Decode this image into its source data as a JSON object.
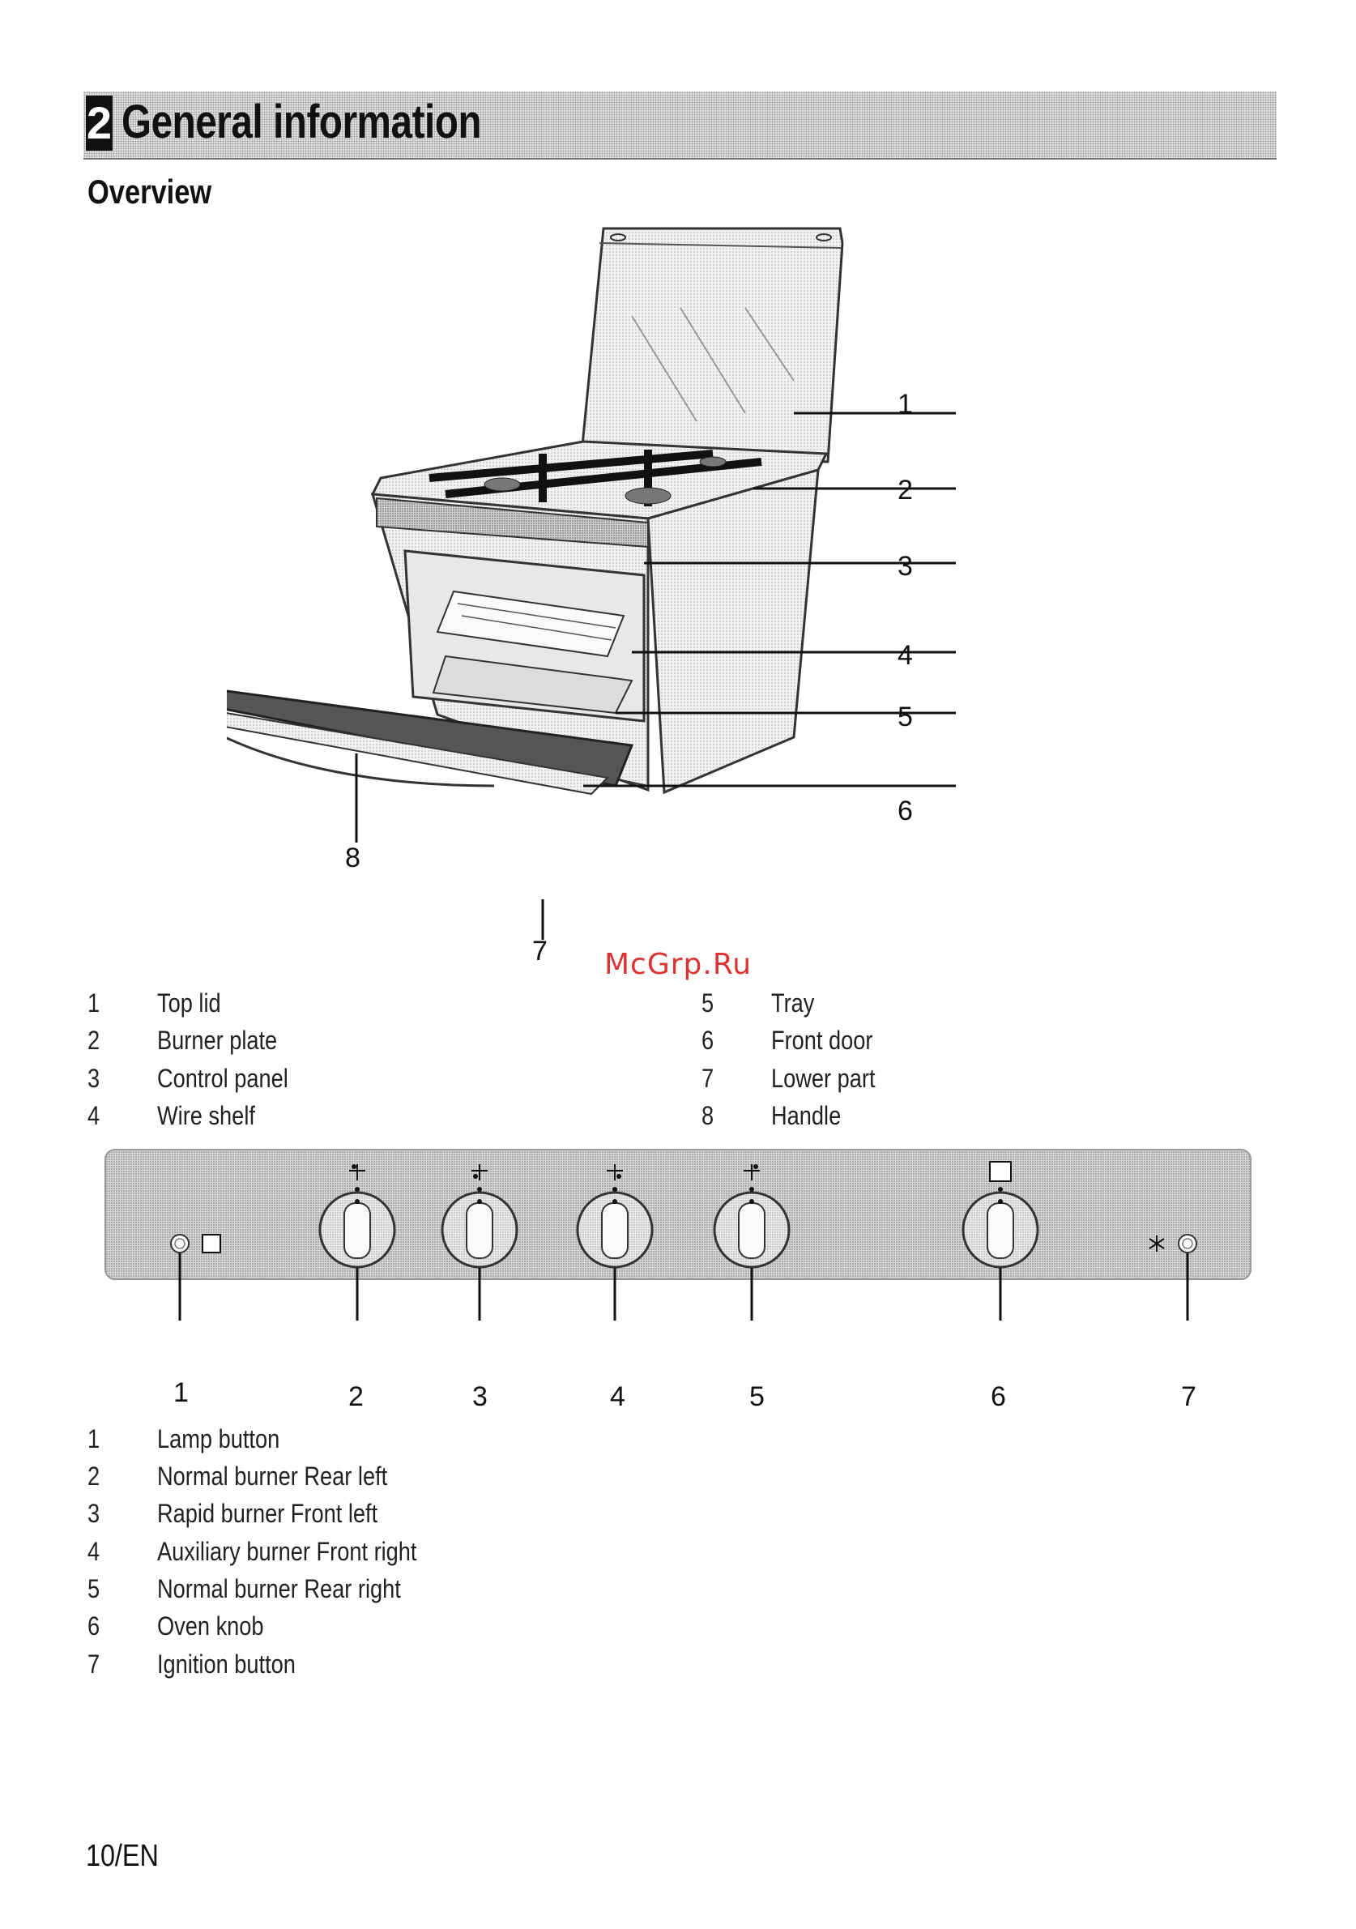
{
  "header": {
    "number": "2",
    "title": "General information"
  },
  "overview": {
    "title": "Overview",
    "callouts": [
      "1",
      "2",
      "3",
      "4",
      "5",
      "6",
      "7",
      "8"
    ],
    "legend_left": [
      {
        "num": "1",
        "label": "Top lid"
      },
      {
        "num": "2",
        "label": "Burner plate"
      },
      {
        "num": "3",
        "label": "Control panel"
      },
      {
        "num": "4",
        "label": "Wire shelf"
      }
    ],
    "legend_right": [
      {
        "num": "5",
        "label": "Tray"
      },
      {
        "num": "6",
        "label": "Front door"
      },
      {
        "num": "7",
        "label": "Lower part"
      },
      {
        "num": "8",
        "label": "Handle"
      }
    ]
  },
  "watermark": "McGrp.Ru",
  "panel": {
    "callouts": [
      "1",
      "2",
      "3",
      "4",
      "5",
      "6",
      "7"
    ],
    "legend": [
      {
        "num": "1",
        "label": "Lamp button"
      },
      {
        "num": "2",
        "label": "Normal burner Rear left"
      },
      {
        "num": "3",
        "label": "Rapid burner Front left"
      },
      {
        "num": "4",
        "label": "Auxiliary burner Front right"
      },
      {
        "num": "5",
        "label": "Normal burner Rear right"
      },
      {
        "num": "6",
        "label": "Oven knob"
      },
      {
        "num": "7",
        "label": "Ignition button"
      }
    ]
  },
  "footer": {
    "page": "10/EN"
  }
}
